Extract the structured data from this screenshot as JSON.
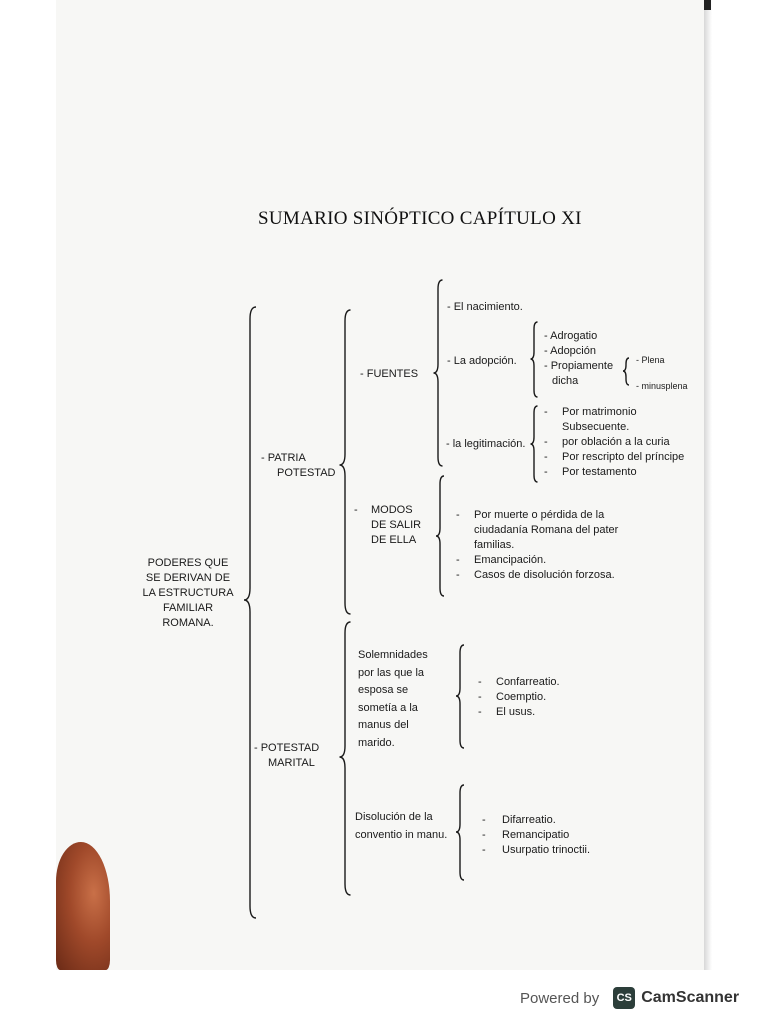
{
  "title": "SUMARIO SINÓPTICO CAPÍTULO XI",
  "root": [
    "PODERES QUE",
    "SE DERIVAN DE",
    "LA ESTRUCTURA",
    "FAMILIAR",
    "ROMANA."
  ],
  "patria": {
    "label": [
      "-    PATRIA",
      "POTESTAD"
    ],
    "fuentes": {
      "label": "-   FUENTES",
      "nacimiento": "-  El nacimiento.",
      "adopcion": {
        "label": "- La adopción.",
        "items": [
          "- Adrogatio",
          "- Adopción",
          "- Propiamente",
          "dicha"
        ],
        "sub": [
          "- Plena",
          "- minusplena"
        ]
      },
      "legitimacion": {
        "label": "- la legitimación.",
        "items": [
          "-",
          "Por matrimonio",
          "Subsecuente.",
          "-",
          "por oblación a la curia",
          "-",
          "Por rescripto del príncipe",
          "-",
          "Por testamento"
        ]
      }
    },
    "modos": {
      "label": [
        "-",
        "MODOS",
        "DE SALIR",
        "DE ELLA"
      ],
      "items": [
        "-",
        "Por muerte o pérdida de la",
        "ciudadanía Romana del pater",
        "familias.",
        "-",
        "Emancipación.",
        "-",
        "Casos de disolución forzosa."
      ]
    }
  },
  "marital": {
    "label": [
      "-    POTESTAD",
      "MARITAL"
    ],
    "solemnidades": {
      "label": [
        "Solemnidades",
        "por las que la",
        "esposa se",
        "sometía a la",
        "manus del",
        "marido."
      ],
      "items": [
        "-",
        "Confarreatio.",
        "-",
        "Coemptio.",
        "-",
        "El usus."
      ]
    },
    "disolucion": {
      "label": [
        "Disolución de la",
        "conventio in manu."
      ],
      "items": [
        "-",
        "Difarreatio.",
        "-",
        "Remancipatio",
        "-",
        "Usurpatio trinoctii."
      ]
    }
  },
  "footer": {
    "powered": "Powered by",
    "logo": "CS",
    "brand": "CamScanner"
  }
}
